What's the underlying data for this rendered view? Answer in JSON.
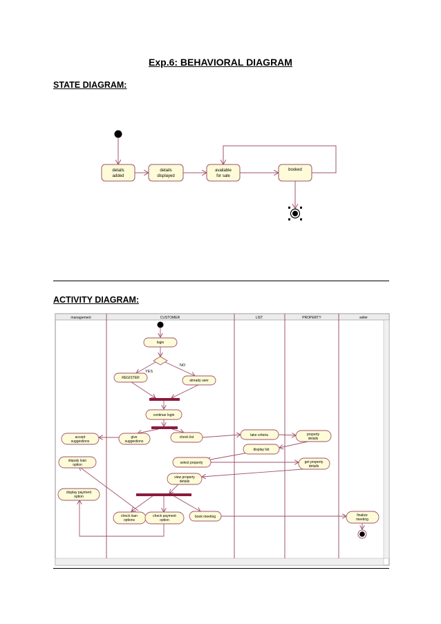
{
  "document": {
    "title": "Exp.6: BEHAVIORAL DIAGRAM",
    "state_heading": "STATE DIAGRAM:",
    "activity_heading": "ACTIVITY DIAGRAM:"
  },
  "state_diagram": {
    "states": [
      {
        "lines": [
          "details",
          "added"
        ]
      },
      {
        "lines": [
          "details",
          "displayed"
        ]
      },
      {
        "lines": [
          "available",
          "for sale"
        ]
      },
      {
        "lines": [
          "booked"
        ]
      }
    ]
  },
  "activity_diagram": {
    "lanes": [
      "management",
      "CUSTOMER",
      "LIST",
      "PROPERTY",
      "seller"
    ],
    "guards": {
      "yes": "YES",
      "no": "NO"
    },
    "actions": {
      "login": [
        "login"
      ],
      "register": [
        "REGISTER"
      ],
      "already_user": [
        "already user"
      ],
      "continue_login": [
        "continue login"
      ],
      "give_suggestions": [
        "give",
        "suggestions"
      ],
      "check_list": [
        "check list"
      ],
      "accept_suggestions": [
        "accept",
        "suggestions"
      ],
      "take_criteria": [
        "take criteria"
      ],
      "property_details": [
        "property",
        "details"
      ],
      "display_list": [
        "display list"
      ],
      "select_property": [
        "select property"
      ],
      "get_property_details": [
        "get property",
        "details"
      ],
      "display_loan_option": [
        "dispaly loan",
        "option"
      ],
      "view_property_details": [
        "view property",
        "details"
      ],
      "display_payment_option": [
        "display payment",
        "option"
      ],
      "check_loan_options": [
        "check loan",
        "options"
      ],
      "check_payment_option": [
        "check payment",
        "option"
      ],
      "book_meeting": [
        "book meeting"
      ],
      "finalize_meeting": [
        "finalize",
        "meeting"
      ]
    }
  }
}
